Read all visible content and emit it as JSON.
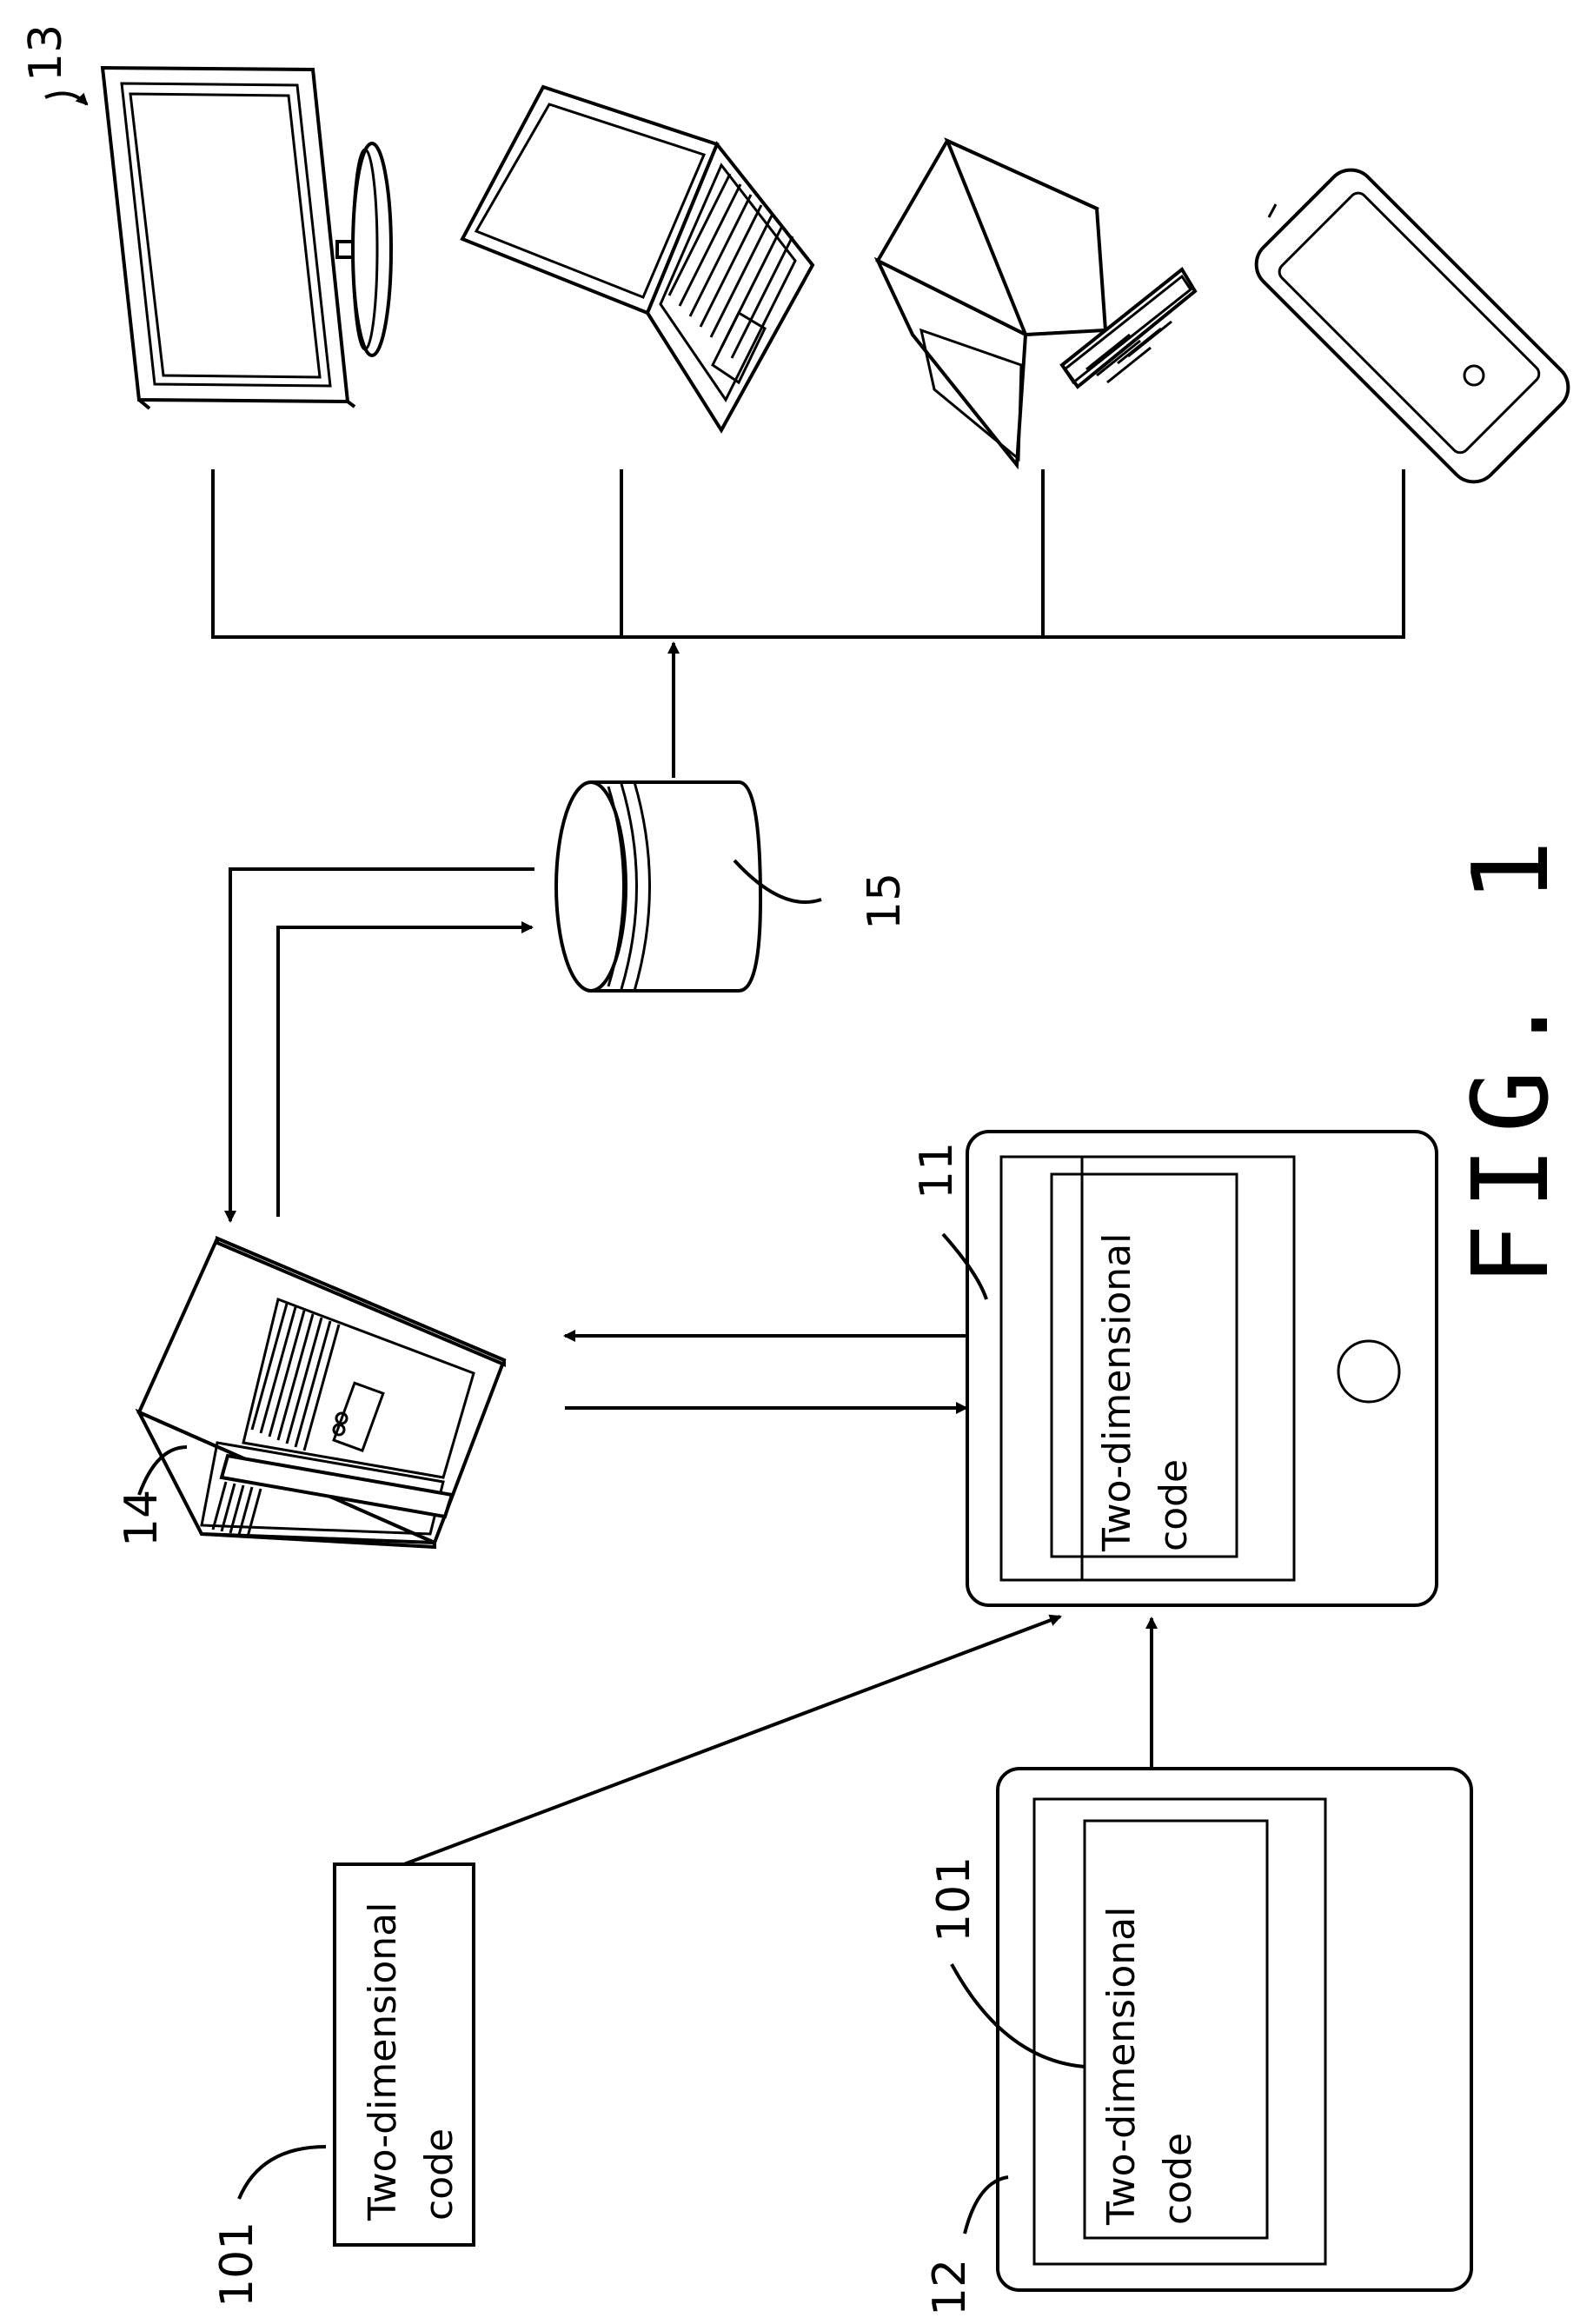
{
  "labels": {
    "ref_13": "13",
    "ref_14": "14",
    "ref_15": "15",
    "ref_11": "11",
    "ref_12": "12",
    "ref_101_card": "101",
    "ref_101_screen": "101",
    "figure": "FIG. 1"
  },
  "code_text": {
    "tablet_line1": "Two-dimensional",
    "tablet_line2": "code",
    "card_line1": "Two-dimensional",
    "card_line2": "code",
    "phone_line1": "Two-dimensional",
    "phone_line2": "code"
  },
  "devices": [
    "monitor-icon",
    "laptop-icon",
    "desktop-computer-icon",
    "smartphone-icon",
    "server-icon",
    "database-icon",
    "tablet-icon",
    "mobile-device-icon"
  ]
}
